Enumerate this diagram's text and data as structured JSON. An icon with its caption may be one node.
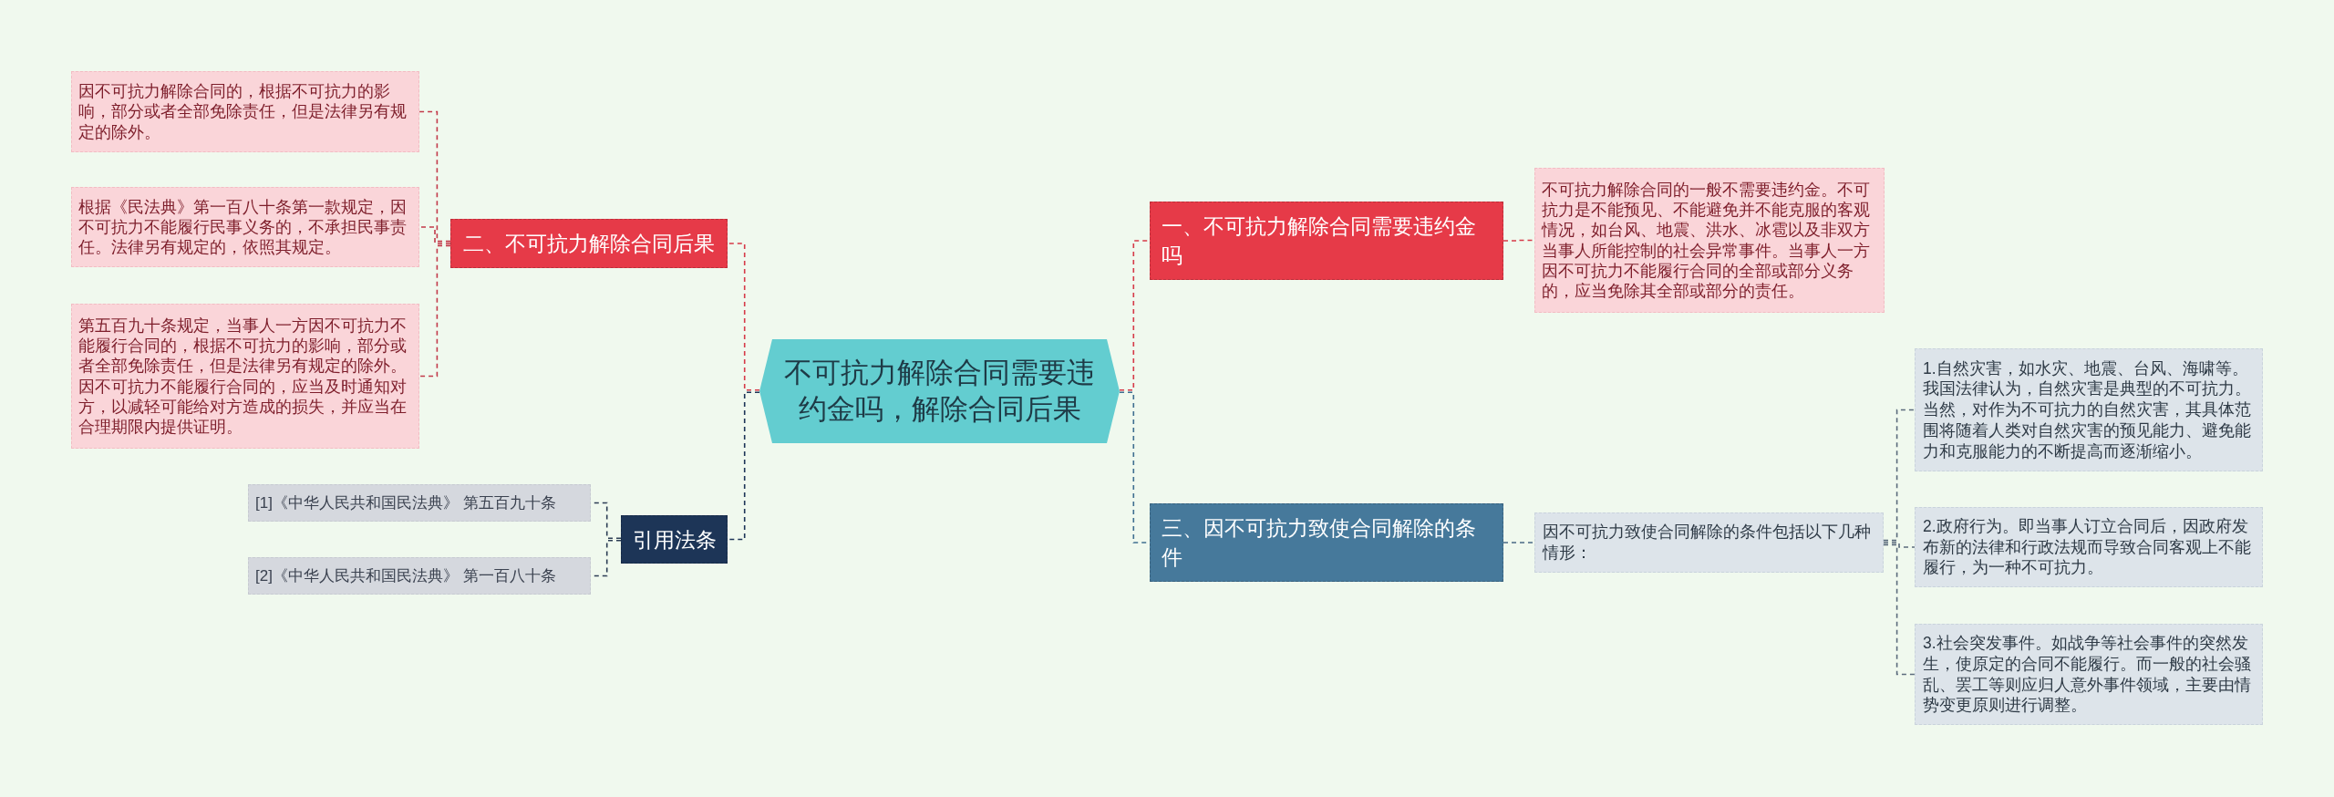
{
  "diagram": {
    "nodes": [
      {
        "text": [
          "不可抗力解除合同需要违约金吗，解除合同后果"
        ]
      },
      {
        "text": [
          "一、不可抗力解除合同需要违约金吗"
        ]
      },
      {
        "text": [
          "不可抗力解除合同的一般不需要违约金。不可抗力是不能预见、不能避免并不能克服的客观情况，如台风、地震、洪水、冰雹以及非双方当事人所能控制的社会异常事件。当事人一方因不可抗力不能履行合同的全部或部分义务的，应当免除其全部或部分的责任。"
        ]
      },
      {
        "text": [
          "三、因不可抗力致使合同解除的条件"
        ]
      },
      {
        "text": [
          "因不可抗力致使合同解除的条件包括以下几种情形："
        ]
      },
      {
        "text": [
          "1.自然灾害，如水灾、地震、台风、海啸等。我国法律认为，自然灾害是典型的不可抗力。当然，对作为不可抗力的自然灾害，其具体范围将随着人类对自然灾害的预见能力、避免能力和克服能力的不断提高而逐渐缩小。"
        ]
      },
      {
        "text": [
          "2.政府行为。即当事人订立合同后，因政府发布新的法律和行政法规而导致合同客观上不能履行，为一种不可抗力。"
        ]
      },
      {
        "text": [
          "3.社会突发事件。如战争等社会事件的突然发生，使原定的合同不能履行。而一般的社会骚乱、罢工等则应归人意外事件领域，主要由情势变更原则进行调整。"
        ]
      },
      {
        "text": [
          "二、不可抗力解除合同后果"
        ]
      },
      {
        "text": [
          "因不可抗力解除合同的，根据不可抗力的影响，部分或者全部免除责任，但是法律另有规定的除外。"
        ]
      },
      {
        "text": [
          "根据《民法典》第一百八十条第一款规定，因不可抗力不能履行民事义务的，不承担民事责任。法律另有规定的，依照其规定。"
        ]
      },
      {
        "text": [
          "第五百九十条规定，当事人一方因不可抗力不能履行合同的，根据不可抗力的影响，部分或者全部免除责任，但是法律另有规定的除外。因不可抗力不能履行合同的，应当及时通知对方，以减轻可能给对方造成的损失，并应当在合理期限内提供证明。"
        ]
      },
      {
        "text": [
          "引用法条"
        ]
      },
      {
        "text": [
          "[1]《中华人民共和国民法典》 第五百九十条"
        ]
      },
      {
        "text": [
          "[2]《中华人民共和国民法典》 第一百八十条"
        ]
      }
    ],
    "edges": [
      {
        "from": 0,
        "to": 1,
        "arrow": "none",
        "style": "dashed",
        "color": "#d63a48"
      },
      {
        "from": 1,
        "to": 2,
        "arrow": "none",
        "style": "dashed",
        "color": "#d63a48"
      },
      {
        "from": 0,
        "to": 3,
        "arrow": "none",
        "style": "dashed",
        "color": "#3f6f90"
      },
      {
        "from": 3,
        "to": 4,
        "arrow": "none",
        "style": "dashed",
        "color": "#4a6a85"
      },
      {
        "from": 4,
        "to": 5,
        "arrow": "none",
        "style": "dashed",
        "color": "#5b6b7c"
      },
      {
        "from": 4,
        "to": 6,
        "arrow": "none",
        "style": "dashed",
        "color": "#5b6b7c"
      },
      {
        "from": 4,
        "to": 7,
        "arrow": "none",
        "style": "dashed",
        "color": "#5b6b7c"
      },
      {
        "from": 0,
        "to": 8,
        "arrow": "none",
        "style": "dashed",
        "color": "#d63a48"
      },
      {
        "from": 8,
        "to": 9,
        "arrow": "none",
        "style": "dashed",
        "color": "#c23a4a"
      },
      {
        "from": 8,
        "to": 10,
        "arrow": "none",
        "style": "dashed",
        "color": "#c23a4a"
      },
      {
        "from": 8,
        "to": 11,
        "arrow": "none",
        "style": "dashed",
        "color": "#c23a4a"
      },
      {
        "from": 0,
        "to": 12,
        "arrow": "none",
        "style": "dashed",
        "color": "#1d3557"
      },
      {
        "from": 12,
        "to": 13,
        "arrow": "none",
        "style": "dashed",
        "color": "#2c3e55"
      },
      {
        "from": 12,
        "to": 14,
        "arrow": "none",
        "style": "dashed",
        "color": "#2c3e55"
      }
    ]
  }
}
